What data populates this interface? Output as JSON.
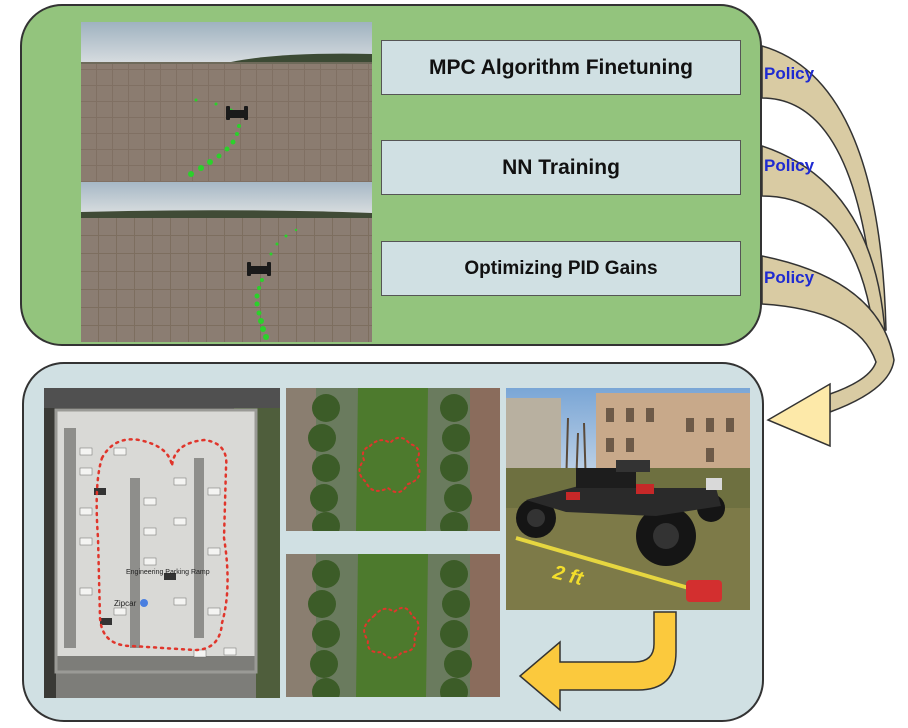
{
  "methods": [
    {
      "label": "MPC Algorithm Finetuning"
    },
    {
      "label": "NN Training"
    },
    {
      "label": "Optimizing PID Gains"
    }
  ],
  "policy_labels": [
    "Policy",
    "Policy",
    "Policy"
  ],
  "map_labels": {
    "building": "Engineering Parking Ramp",
    "place": "Zipcar"
  },
  "measurement_label": "2 ft",
  "colors": {
    "sim_panel": "#93c47d",
    "real_panel": "#d0e0e3",
    "method_box": "#d0e0e3",
    "policy_text": "#1f2bd1",
    "policy_arrow": "#d9cba3",
    "return_arrow": "#fde9a9",
    "trajectory": "#e0352b",
    "sim_path": "#2bd12b"
  }
}
